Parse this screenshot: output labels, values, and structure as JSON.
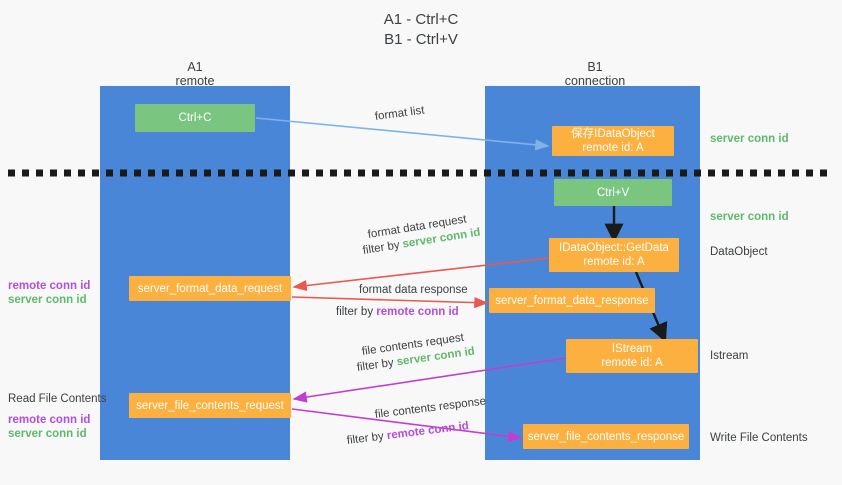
{
  "title": {
    "line1": "A1 - Ctrl+C",
    "line2": "B1 - Ctrl+V"
  },
  "columns": [
    {
      "name": "A1",
      "sub": "remote"
    },
    {
      "name": "B1",
      "sub": "connection"
    }
  ],
  "colors": {
    "lane": "#4a86d8",
    "green_node": "#7ac57f",
    "orange_node": "#fbb03f",
    "server_conn_id": "#5fb96b",
    "remote_conn_id": "#b14fd8",
    "blue_arrow": "#7eb3e8",
    "red_arrow": "#e8594f",
    "magenta_arrow": "#c03fd0",
    "black_arrow": "#1a1a1a",
    "background": "#f8f8f8"
  },
  "nodes": {
    "ctrl_c": {
      "label": "Ctrl+C"
    },
    "save_idataobject": {
      "line1": "保存IDataObject",
      "line2": "remote id: A"
    },
    "ctrl_v": {
      "label": "Ctrl+V"
    },
    "getdata": {
      "line1": "IDataObject::GetData",
      "line2": "remote id: A"
    },
    "istream": {
      "line1": "IStream",
      "line2": "remote id: A"
    },
    "server_format_data_request": {
      "label": "server_format_data_request"
    },
    "server_format_data_response": {
      "label": "server_format_data_response"
    },
    "server_file_contents_request": {
      "label": "server_file_contents_request"
    },
    "server_file_contents_response": {
      "label": "server_file_contents_response"
    }
  },
  "edges": {
    "format_list": "format list",
    "format_data_request": "format data request",
    "format_data_request_filter_prefix": "filter by ",
    "format_data_request_filter_token": "server conn id",
    "format_data_response": "format data response",
    "format_data_response_filter_prefix": "filter by ",
    "format_data_response_filter_token": "remote conn id",
    "file_contents_request": "file contents request",
    "file_contents_request_filter_prefix": "filter by ",
    "file_contents_request_filter_token": "server conn id",
    "file_contents_response": "file contents response",
    "file_contents_response_filter_prefix": "filter by ",
    "file_contents_response_filter_token": "remote conn id"
  },
  "right_labels": {
    "server_conn_id_top": "server conn id",
    "server_conn_id_mid": "server conn id",
    "dataobject": "DataObject",
    "istream": "Istream",
    "write_file_contents": "Write File Contents"
  },
  "left_labels": {
    "remote_conn_id_1": "remote conn id",
    "server_conn_id_1": "server conn id",
    "read_file_contents": "Read File Contents",
    "remote_conn_id_2": "remote conn id",
    "server_conn_id_2": "server conn id"
  }
}
